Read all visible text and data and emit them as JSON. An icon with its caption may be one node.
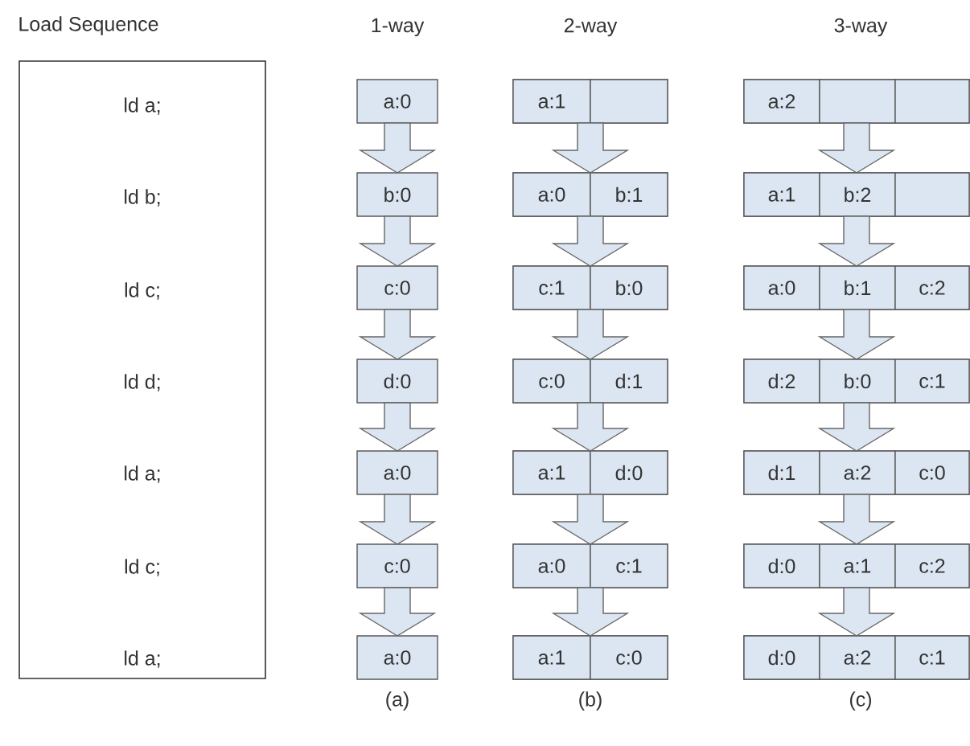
{
  "diagram": {
    "nodes": [
      {
        "text": [
          "ld a;",
          "ld b;",
          "ld c;",
          "ld d;",
          "ld a;",
          "ld c;",
          "ld a;"
        ]
      },
      {
        "text": [
          "a:0"
        ]
      },
      {
        "text": [
          "b:0"
        ]
      },
      {
        "text": [
          "c:0"
        ]
      },
      {
        "text": [
          "d:0"
        ]
      },
      {
        "text": [
          "a:0"
        ]
      },
      {
        "text": [
          "c:0"
        ]
      },
      {
        "text": [
          "a:0"
        ]
      },
      {
        "text": [],
        "shape": "box"
      },
      {
        "text": [
          "a:1"
        ],
        "in": 8
      },
      {
        "text": [],
        "shape": "box",
        "in": 8
      },
      {
        "text": [],
        "shape": "box"
      },
      {
        "text": [
          "a:0"
        ],
        "in": 11
      },
      {
        "text": [
          "b:1"
        ],
        "in": 11
      },
      {
        "text": [],
        "shape": "box"
      },
      {
        "text": [
          "c:1"
        ],
        "in": 14
      },
      {
        "text": [
          "b:0"
        ],
        "in": 14
      },
      {
        "text": [],
        "shape": "box"
      },
      {
        "text": [
          "c:0"
        ],
        "in": 17
      },
      {
        "text": [
          "d:1"
        ],
        "in": 17
      },
      {
        "text": [],
        "shape": "box"
      },
      {
        "text": [
          "a:1"
        ],
        "in": 20
      },
      {
        "text": [
          "d:0"
        ],
        "in": 20
      },
      {
        "text": [],
        "shape": "box"
      },
      {
        "text": [
          "a:0"
        ],
        "in": 23
      },
      {
        "text": [
          "c:1"
        ],
        "in": 23
      },
      {
        "text": [],
        "shape": "box"
      },
      {
        "text": [
          "a:1"
        ],
        "in": 26
      },
      {
        "text": [
          "c:0"
        ],
        "in": 26
      },
      {
        "text": [],
        "shape": "box"
      },
      {
        "text": [
          "a:2"
        ],
        "in": 29
      },
      {
        "text": [],
        "shape": "box",
        "in": 29
      },
      {
        "text": [],
        "shape": "box",
        "in": 29
      },
      {
        "text": [],
        "shape": "box"
      },
      {
        "text": [
          "a:1"
        ],
        "in": 33
      },
      {
        "text": [
          "b:2"
        ],
        "in": 33
      },
      {
        "text": [],
        "shape": "box",
        "in": 33
      },
      {
        "text": [],
        "shape": "box"
      },
      {
        "text": [
          "a:0"
        ],
        "in": 37
      },
      {
        "text": [
          "b:1"
        ],
        "in": 37
      },
      {
        "text": [
          "c:2"
        ],
        "in": 37
      },
      {
        "text": [],
        "shape": "box"
      },
      {
        "text": [
          "d:2"
        ],
        "in": 41
      },
      {
        "text": [
          "b:0"
        ],
        "in": 41
      },
      {
        "text": [
          "c:1"
        ],
        "in": 41
      },
      {
        "text": [],
        "shape": "box"
      },
      {
        "text": [
          "d:1"
        ],
        "in": 45
      },
      {
        "text": [
          "a:2"
        ],
        "in": 45
      },
      {
        "text": [
          "c:0"
        ],
        "in": 45
      },
      {
        "text": [],
        "shape": "box"
      },
      {
        "text": [
          "d:0"
        ],
        "in": 49
      },
      {
        "text": [
          "a:1"
        ],
        "in": 49
      },
      {
        "text": [
          "c:2"
        ],
        "in": 49
      },
      {
        "text": [],
        "shape": "box"
      },
      {
        "text": [
          "d:0"
        ],
        "in": 53
      },
      {
        "text": [
          "a:2"
        ],
        "in": 53
      },
      {
        "text": [
          "c:1"
        ],
        "in": 53
      }
    ],
    "edges": [
      {
        "from": 1,
        "to": 2,
        "arrow": "to"
      },
      {
        "from": 2,
        "to": 3,
        "arrow": "to"
      },
      {
        "from": 3,
        "to": 4,
        "arrow": "to"
      },
      {
        "from": 4,
        "to": 5,
        "arrow": "to"
      },
      {
        "from": 5,
        "to": 6,
        "arrow": "to"
      },
      {
        "from": 6,
        "to": 7,
        "arrow": "to"
      },
      {
        "from": 8,
        "to": 11,
        "arrow": "to"
      },
      {
        "from": 11,
        "to": 14,
        "arrow": "to"
      },
      {
        "from": 14,
        "to": 17,
        "arrow": "to"
      },
      {
        "from": 17,
        "to": 20,
        "arrow": "to"
      },
      {
        "from": 20,
        "to": 23,
        "arrow": "to"
      },
      {
        "from": 23,
        "to": 26,
        "arrow": "to"
      },
      {
        "from": 29,
        "to": 33,
        "arrow": "to"
      },
      {
        "from": 33,
        "to": 37,
        "arrow": "to"
      },
      {
        "from": 37,
        "to": 41,
        "arrow": "to"
      },
      {
        "from": 41,
        "to": 45,
        "arrow": "to"
      },
      {
        "from": 45,
        "to": 49,
        "arrow": "to"
      },
      {
        "from": 49,
        "to": 53,
        "arrow": "to"
      }
    ],
    "labels": [
      "Load Sequence",
      "1-way",
      "2-way",
      "3-way",
      "(a)",
      "(b)",
      "(c)"
    ]
  }
}
